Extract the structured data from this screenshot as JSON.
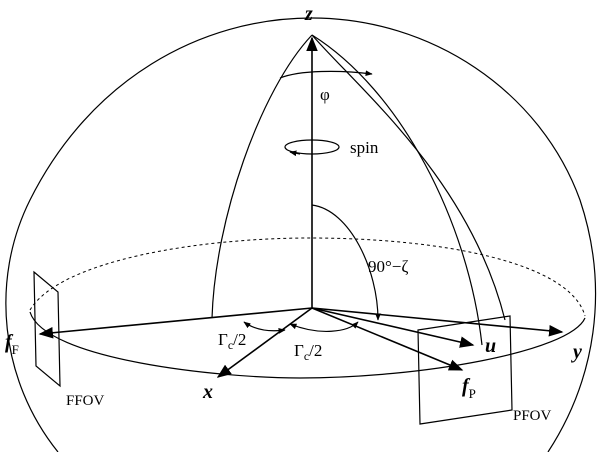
{
  "labels": {
    "z": "z",
    "x": "x",
    "y": "y",
    "u": "u",
    "phi": "φ",
    "spin": "spin",
    "angle_90_zeta": "90°−ζ",
    "gamma_left_main": "Γ",
    "gamma_left_sub": "c",
    "gamma_left_tail": "/2",
    "gamma_right_main": "Γ",
    "gamma_right_sub": "c",
    "gamma_right_tail": "/2",
    "fF_main": "f",
    "fF_sub": "F",
    "fP_main": "f",
    "fP_sub": "P",
    "ffov": "FFOV",
    "pfov": "PFOV"
  },
  "colors": {
    "ink": "#000000",
    "background": "#ffffff"
  }
}
